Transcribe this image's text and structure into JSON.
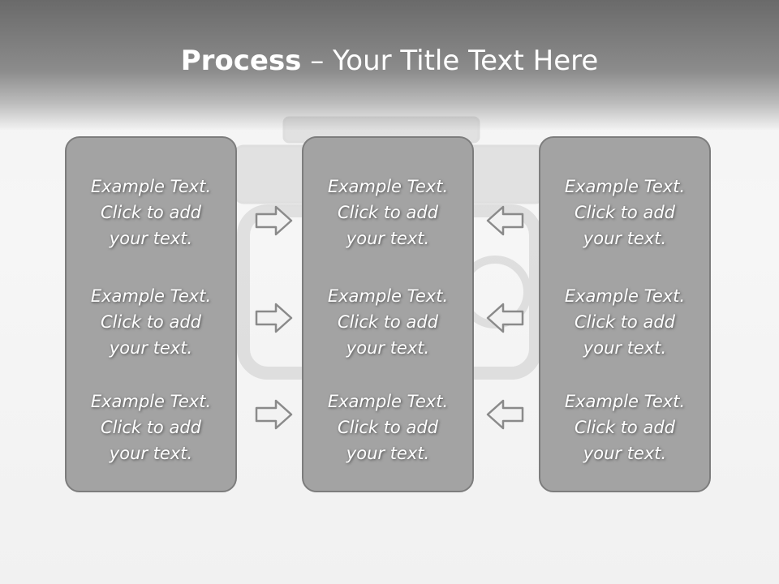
{
  "slide": {
    "title_bold": "Process",
    "title_rest": " – Your Title Text Here"
  },
  "panels": [
    {
      "blocks": [
        {
          "line1": "Example Text.",
          "line2": "Click  to add",
          "line3": "your text."
        },
        {
          "line1": "Example Text.",
          "line2": "Click  to add",
          "line3": "your text."
        },
        {
          "line1": "Example Text.",
          "line2": "Click  to add",
          "line3": "your text."
        }
      ]
    },
    {
      "blocks": [
        {
          "line1": "Example Text.",
          "line2": "Click  to add",
          "line3": "your text."
        },
        {
          "line1": "Example Text.",
          "line2": "Click  to add",
          "line3": "your text."
        },
        {
          "line1": "Example Text.",
          "line2": "Click  to add",
          "line3": "your text."
        }
      ]
    },
    {
      "blocks": [
        {
          "line1": "Example Text.",
          "line2": "Click  to add",
          "line3": "your text."
        },
        {
          "line1": "Example Text.",
          "line2": "Click  to add",
          "line3": "your text."
        },
        {
          "line1": "Example Text.",
          "line2": "Click  to add",
          "line3": "your text."
        }
      ]
    }
  ],
  "arrows": {
    "left_column": "right-arrow-icon",
    "right_column": "left-arrow-icon"
  },
  "colors": {
    "panel_fill": "#a3a3a3",
    "panel_border": "#7d7d7d",
    "title_text": "#ffffff",
    "header_top": "#6a6a6a"
  }
}
